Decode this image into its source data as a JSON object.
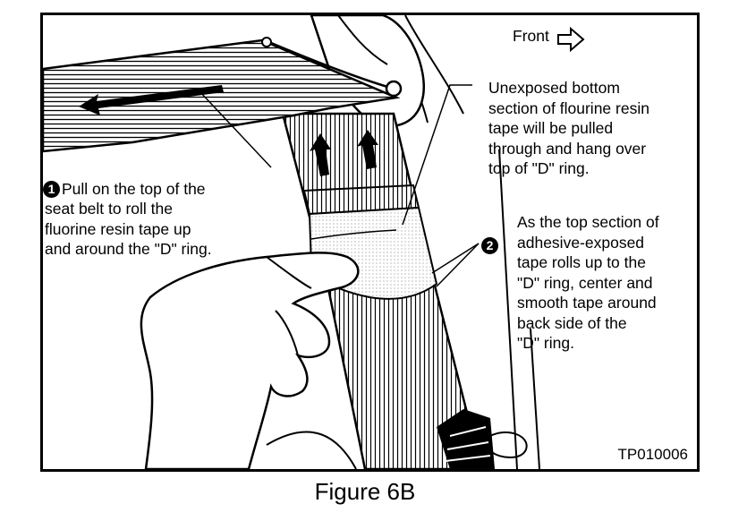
{
  "direction_label": "Front",
  "callout_1": {
    "number": "1",
    "text": "Pull on the top of the\nseat belt to roll the\nfluorine resin tape up\nand around the \"D\" ring."
  },
  "callout_2": {
    "number": "2",
    "text": "As the top section of\nadhesive-exposed\ntape rolls up to the\n\"D\" ring, center and\nsmooth tape around\nback side of the\n\"D\" ring."
  },
  "callout_unexposed": {
    "text": "Unexposed bottom\nsection of flourine resin\ntape will be pulled\nthrough and hang over\ntop of \"D\" ring."
  },
  "part_code": "TP010006",
  "figure_caption": "Figure 6B"
}
